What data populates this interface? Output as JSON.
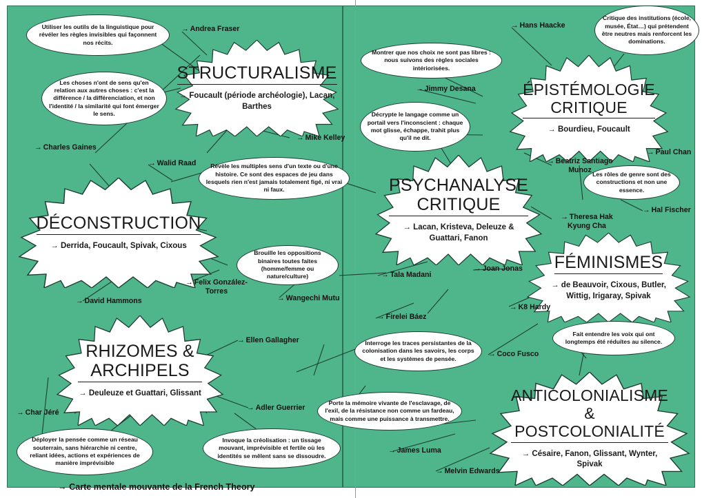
{
  "poster": {
    "caption": "→ Carte mentale mouvante de la French Theory",
    "arrow_glyph": "→",
    "colors": {
      "green": "#4fb68c",
      "white": "#ffffff",
      "ink": "#1a1a1a",
      "outline": "#1c3d30",
      "fold": "#8f9a95"
    }
  },
  "nodes": [
    {
      "id": "structuralisme",
      "title": "STRUCTURALISME",
      "subtitle": "→ Foucault (période archéologie), Lacan, Barthes"
    },
    {
      "id": "epistemologie-critique",
      "title": "ÉPISTÉMOLOGIE CRITIQUE",
      "subtitle": "→ Bourdieu, Foucault"
    },
    {
      "id": "deconstruction",
      "title": "DÉCONSTRUCTION",
      "subtitle": "→ Derrida, Foucault, Spivak, Cixous"
    },
    {
      "id": "psychanalyse-critique",
      "title": "PSYCHANALYSE CRITIQUE",
      "subtitle": "→ Lacan, Kristeva, Deleuze & Guattari, Fanon"
    },
    {
      "id": "feminismes",
      "title": "FÉMINISMES",
      "subtitle": "→ de Beauvoir, Cixous, Butler, Wittig, Irigaray,  Spivak"
    },
    {
      "id": "rhizomes-archipels",
      "title": "RHIZOMES & ARCHIPELS",
      "subtitle": "→ Deuleuze et Guattari, Glissant"
    },
    {
      "id": "anticolonialisme-postcolonialite",
      "title": "ANTICOLONIALISME & POSTCOLONIALITÉ",
      "subtitle": "→ Césaire, Fanon, Glissant, Wynter, Spivak"
    }
  ],
  "bubbles": [
    {
      "id": "b-linguistique",
      "text": "Utiliser les outils de la linguistique pour révéler les règles invisibles qui façonnent nos récits."
    },
    {
      "id": "b-sens-relation",
      "text": "Les choses n'ont de sens qu'en relation aux autres choses : c'est la différence / la différenciation, et non l'identité / la similarité qui font émerger le sens."
    },
    {
      "id": "b-choix-libres",
      "text": "Montrer que nos choix ne sont pas libres : nous suivons des règles sociales intériorisées."
    },
    {
      "id": "b-institutions",
      "text": "Critique des institutions (école, musée, État…) qui prétendent être neutres mais renforcent les dominations."
    },
    {
      "id": "b-langage-inconscient",
      "text": "Décrypte le langage comme un portail vers l'inconscient : chaque mot glisse, échappe, trahit plus qu'il ne dit."
    },
    {
      "id": "b-multiples-sens",
      "text": "Révèle les multiples sens d'un texte ou d'une histoire. Ce sont des espaces de jeu dans lesquels rien n'est jamais totalement figé, ni vrai ni faux."
    },
    {
      "id": "b-roles-genre",
      "text": "Les rôles de genre sont des constructions et non une essence."
    },
    {
      "id": "b-oppositions-binaires",
      "text": "Brouille les oppositions binaires toutes faites (homme/femme ou nature/culture)"
    },
    {
      "id": "b-voix-reduites",
      "text": "Fait entendre les voix qui ont longtemps été réduites au silence."
    },
    {
      "id": "b-traces-colonisation",
      "text": "Interroge les traces persistantes de la colonisation dans les savoirs, les corps et les systèmes de pensée."
    },
    {
      "id": "b-memoire-esclavage",
      "text": "Porte la mémoire vivante de l'esclavage, de l'exil, de la résistance non comme un fardeau, mais comme une puissance à transmettre."
    },
    {
      "id": "b-reseau-souterrain",
      "text": "Déployer la pensée comme un réseau souterrain, sans hiérarchie ni centre, reliant idées, actions et expériences de manière imprévisible"
    },
    {
      "id": "b-creolisation",
      "text": "Invoque la créolisation : un tissage mouvant, imprévisible et fertile où les identités se mêlent sans se dissoudre."
    }
  ],
  "artists": [
    {
      "id": "a-andrea-fraser",
      "name": "Andrea Fraser"
    },
    {
      "id": "a-hans-haacke",
      "name": "Hans Haacke"
    },
    {
      "id": "a-jimmy-desana",
      "name": "Jimmy Desana"
    },
    {
      "id": "a-mike-kelley",
      "name": "Mike Kelley"
    },
    {
      "id": "a-charles-gaines",
      "name": "Charles Gaines"
    },
    {
      "id": "a-walid-raad",
      "name": "Walid Raad"
    },
    {
      "id": "a-paul-chan",
      "name": "Paul Chan"
    },
    {
      "id": "a-beatriz-santiago-munoz",
      "name": "Beatriz Santiago Munoz"
    },
    {
      "id": "a-hal-fischer",
      "name": "Hal Fischer"
    },
    {
      "id": "a-theresa-hak-kyung-cha",
      "name": "Theresa Hak Kyung Cha"
    },
    {
      "id": "a-felix-gonzalez-torres",
      "name": "Felix González-Torres"
    },
    {
      "id": "a-david-hammons",
      "name": "David Hammons"
    },
    {
      "id": "a-tala-madani",
      "name": "Tala Madani"
    },
    {
      "id": "a-joan-jonas",
      "name": "Joan Jonas"
    },
    {
      "id": "a-wangechi-mutu",
      "name": "Wangechi Mutu"
    },
    {
      "id": "a-k8-hardy",
      "name": "K8 Hardy"
    },
    {
      "id": "a-firelei-baez",
      "name": "Firelei Báez"
    },
    {
      "id": "a-ellen-gallagher",
      "name": "Ellen Gallagher"
    },
    {
      "id": "a-coco-fusco",
      "name": "Coco Fusco"
    },
    {
      "id": "a-char-jere",
      "name": "Char Jéré"
    },
    {
      "id": "a-adler-guerrier",
      "name": "Adler Guerrier"
    },
    {
      "id": "a-james-luma",
      "name": "James Luma"
    },
    {
      "id": "a-melvin-edwards",
      "name": "Melvin Edwards"
    }
  ]
}
